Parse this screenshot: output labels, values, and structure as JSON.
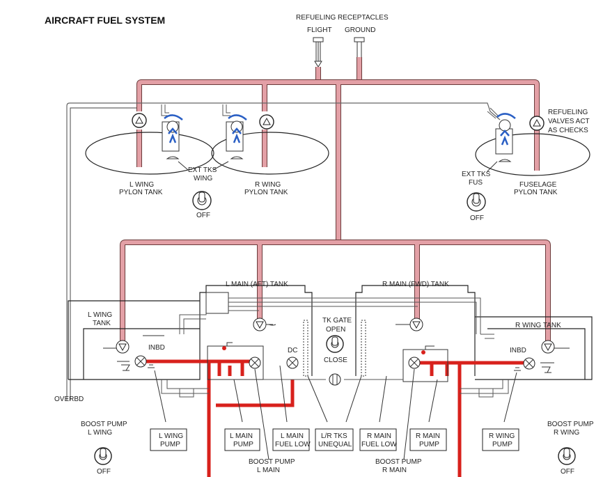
{
  "title": "AIRCRAFT  FUEL SYSTEM",
  "receptacles": {
    "title": "REFUELING RECEPTACLES",
    "flight": "FLIGHT",
    "ground": "GROUND"
  },
  "refueling_valves": [
    "REFUELING",
    "VALVES ACT",
    "AS CHECKS"
  ],
  "tanks": {
    "l_wing_pylon": [
      "L WING",
      "PYLON TANK"
    ],
    "r_wing_pylon": [
      "R WING",
      "PYLON TANK"
    ],
    "fuselage_pylon": [
      "FUSELAGE",
      "PYLON TANK"
    ],
    "l_main_aft": "L MAIN (AFT) TANK",
    "r_main_fwd": "R MAIN (FWD) TANK",
    "l_wing": [
      "L WING",
      "TANK"
    ],
    "r_wing": "R WING  TANK",
    "inbd_left": "INBD",
    "inbd_right": "INBD"
  },
  "switches": {
    "ext_wing": [
      "EXT TKS",
      "WING"
    ],
    "ext_wing_state": "OFF",
    "ext_fus": [
      "EXT TKS",
      "FUS"
    ],
    "ext_fus_state": "OFF",
    "tk_gate": [
      "TK GATE",
      "OPEN"
    ],
    "tk_gate_close": "CLOSE",
    "boost_l_wing": [
      "BOOST PUMP",
      "L WING"
    ],
    "boost_l_wing_state": "OFF",
    "boost_r_wing": [
      "BOOST PUMP",
      "R WING"
    ],
    "boost_r_wing_state": "OFF",
    "boost_l_main": [
      "BOOST PUMP",
      "L MAIN"
    ],
    "boost_r_main": [
      "BOOST PUMP",
      "R MAIN"
    ]
  },
  "labels": {
    "dc": "DC",
    "overbd": "OVERBD"
  },
  "lights": [
    [
      "L WING",
      "PUMP"
    ],
    [
      "L MAIN",
      "PUMP"
    ],
    [
      "L MAIN",
      "FUEL LOW"
    ],
    [
      "L/R TKS",
      "UNEQUAL"
    ],
    [
      "R MAIN",
      "FUEL LOW"
    ],
    [
      "R MAIN",
      "PUMP"
    ],
    [
      "R WING",
      "PUMP"
    ]
  ],
  "colors": {
    "refuel_line": "#e3a0a6",
    "feed_line": "#d8211c",
    "valve_actuator": "#2a5fc4"
  }
}
